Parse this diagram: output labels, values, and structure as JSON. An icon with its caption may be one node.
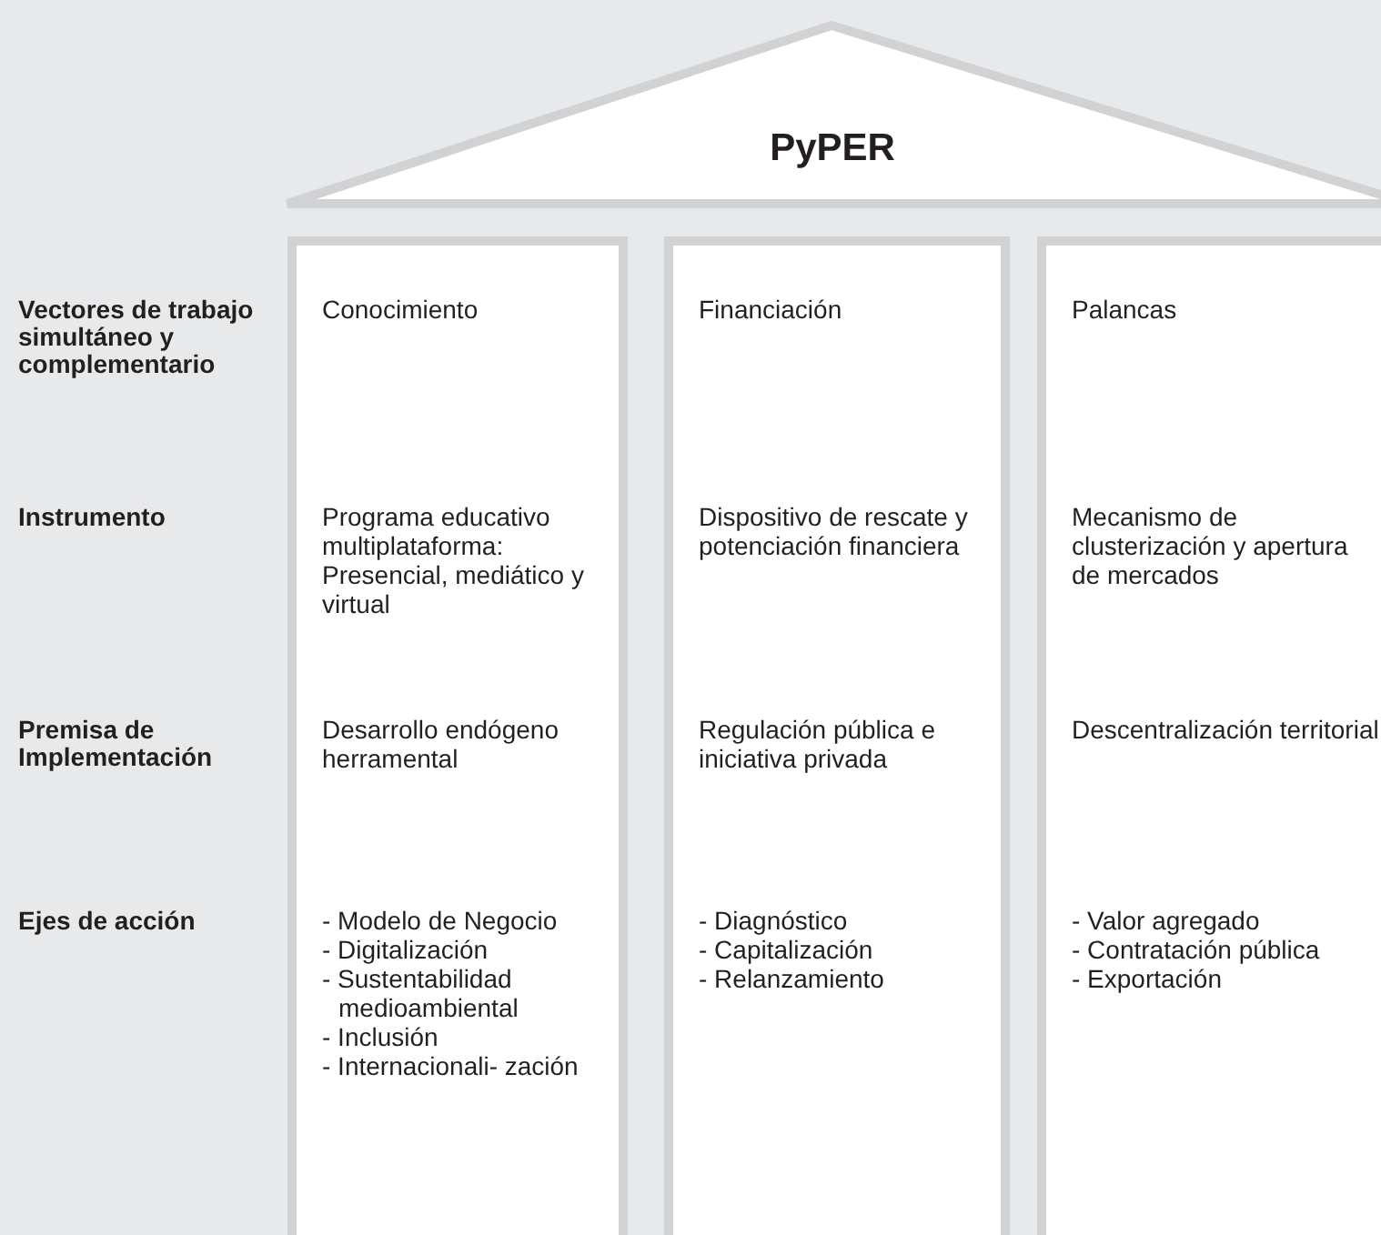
{
  "diagram": {
    "nodes": [
      {
        "text": [
          "PyPER"
        ]
      },
      {
        "text": [
          "Conocimiento",
          "Programa educativo multiplataforma: Presencial, mediático y virtual",
          "Desarrollo endógeno herramental",
          "- Modelo de Negocio",
          "- Digitalización",
          "- Sustentabilidad medioambiental",
          "- Inclusión",
          "- Internacionali- zación"
        ]
      },
      {
        "text": [
          "Financiación",
          "Dispositivo de rescate y potenciación financiera",
          "Regulación pública e iniciativa privada",
          "- Diagnóstico",
          "- Capitalización",
          "- Relanzamiento"
        ]
      },
      {
        "text": [
          "Palancas",
          "Mecanismo de clusterización y apertura de mercados",
          "Descentralización territorial",
          "- Valor agregado",
          "- Contratación pública",
          "- Exportación"
        ]
      }
    ],
    "labels": [
      "Vectores de trabajo simultáneo y complementario",
      "Instrumento",
      "Premisa de Implementación",
      "Ejes de acción"
    ]
  }
}
